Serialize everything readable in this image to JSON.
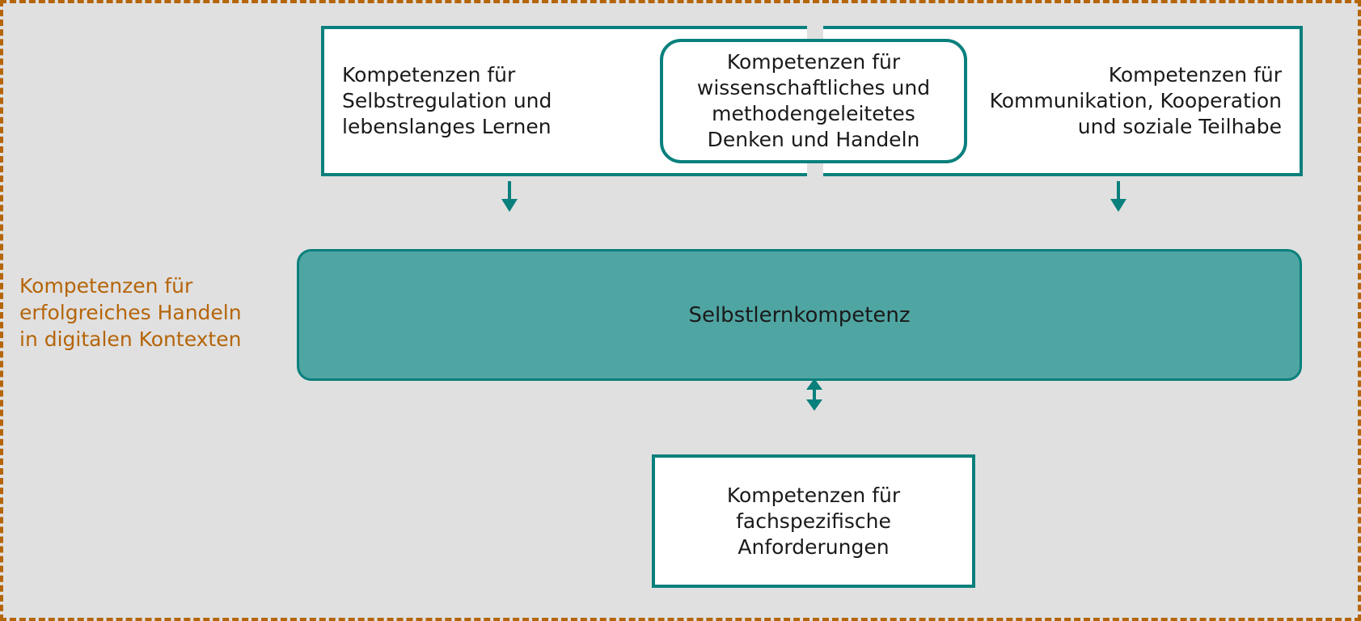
{
  "diagram": {
    "title_caption": "Kompetenzen für\nerfolgreiches Handeln\nin digitalen Kontexten",
    "colors": {
      "background": "#e0e0e0",
      "frame_dashed": "#b5650a",
      "box_border": "#0a807d",
      "bar_fill": "#4fa5a2",
      "caption_text": "#b5650a",
      "body_text": "#1a1a1a"
    },
    "top_boxes": [
      {
        "id": "selbstregulation",
        "label": "Kompetenzen für\nSelbstregulation und\nlebenslanges Lernen",
        "shape": "rectangle",
        "align": "left"
      },
      {
        "id": "wissenschaftliches-denken",
        "label": "Kompetenzen für\nwissenschaftliches und\nmethodengeleitetes\nDenken und Handeln",
        "shape": "rounded-rectangle",
        "align": "center"
      },
      {
        "id": "kommunikation",
        "label": "Kompetenzen für\nKommunikation, Kooperation\nund soziale Teilhabe",
        "shape": "rectangle",
        "align": "right"
      }
    ],
    "main_bar": {
      "id": "selbstlernkompetenz",
      "label": "Selbstlernkompetenz"
    },
    "bottom_box": {
      "id": "fachspezifische-anforderungen",
      "label": "Kompetenzen für\nfachspezifische\nAnforderungen"
    },
    "connectors": [
      {
        "id": "arrow-left-down",
        "type": "arrow-down"
      },
      {
        "id": "arrow-right-down",
        "type": "arrow-down"
      },
      {
        "id": "arrow-bidirectional",
        "type": "arrow-up-down"
      }
    ]
  }
}
